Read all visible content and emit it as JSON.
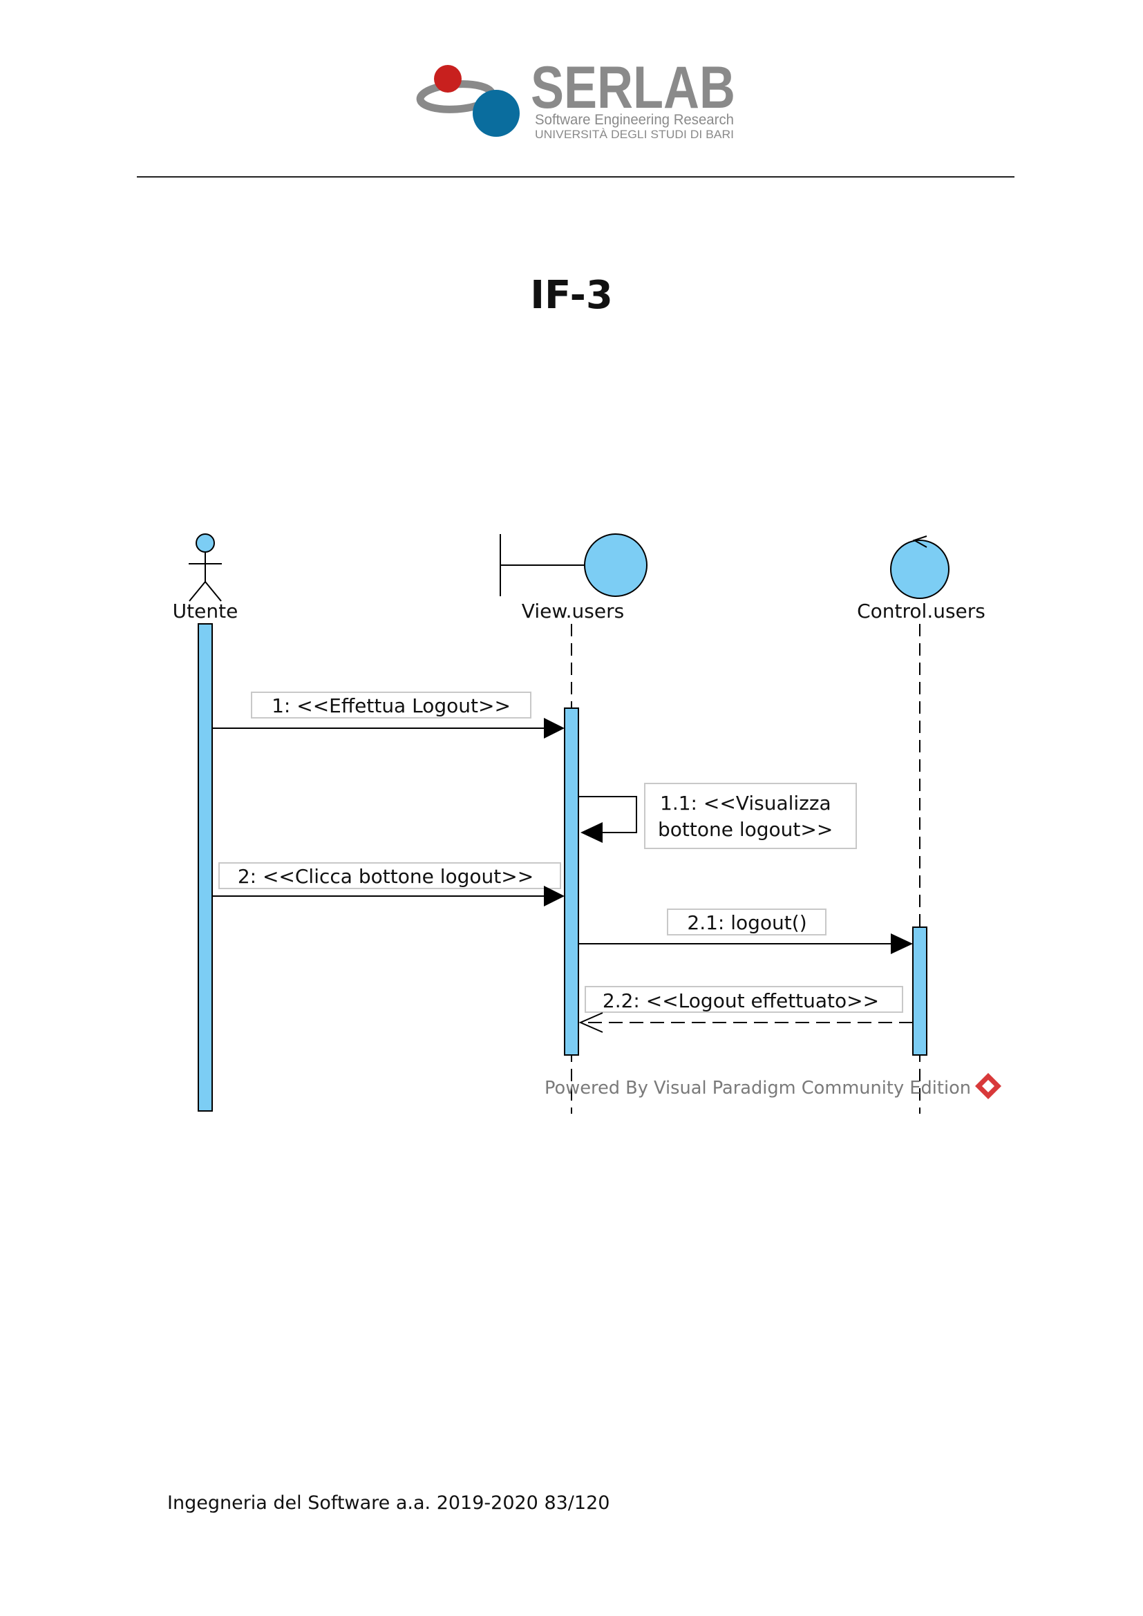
{
  "logo": {
    "name": "SERLAB",
    "tagline": "Software Engineering Research",
    "institution": "UNIVERSITÀ DEGLI STUDI DI BARI"
  },
  "page": {
    "title": "IF-3",
    "footer": "Ingegneria del Software a.a. 2019-2020 83/120"
  },
  "diagram": {
    "colors": {
      "fill": "#7ccdf4",
      "stroke": "#000000",
      "label_border": "#c8c8c8"
    },
    "lifelines": {
      "actor": "Utente",
      "boundary": "View.users",
      "control": "Control.users"
    },
    "messages": {
      "m1": "1: <<Effettua Logout>>",
      "m11_line1": "1.1: <<Visualizza",
      "m11_line2": "bottone logout>>",
      "m2": "2: <<Clicca bottone logout>>",
      "m21": "2.1: logout()",
      "m22": "2.2: <<Logout effettuato>>"
    },
    "watermark": "Powered By Visual Paradigm Community Edition"
  }
}
